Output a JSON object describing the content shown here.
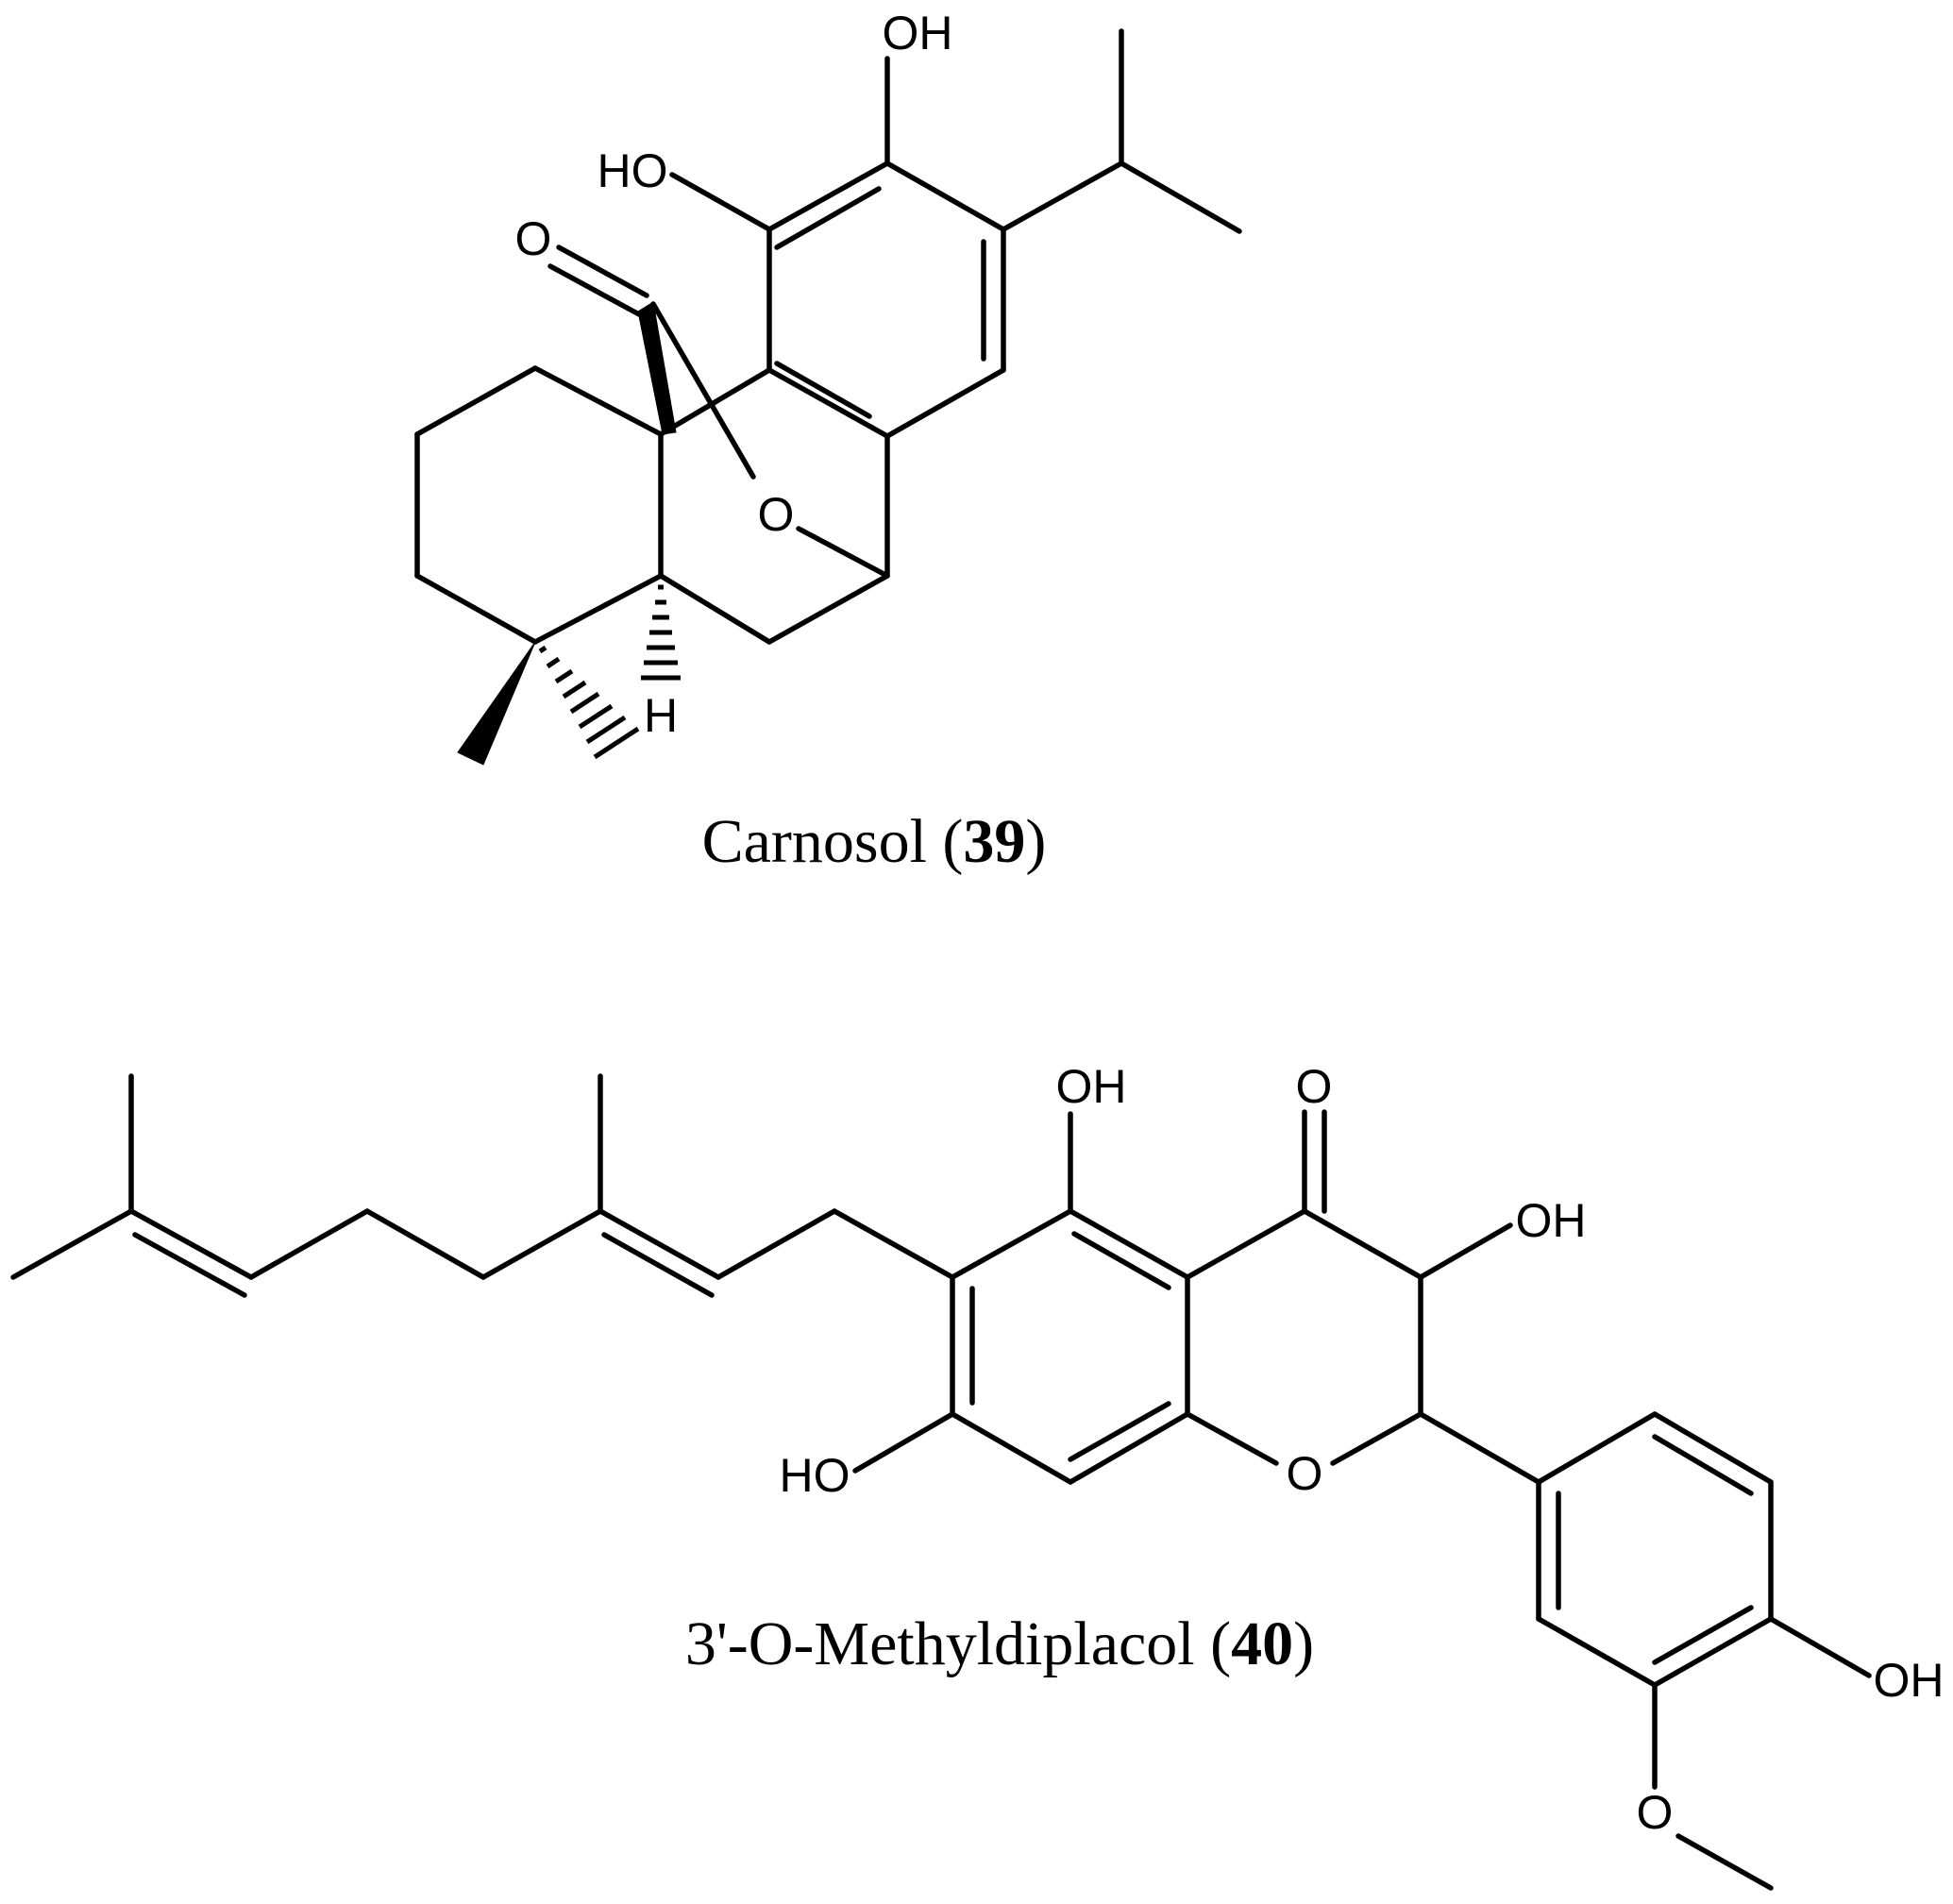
{
  "compounds": [
    {
      "name": "Carnosol",
      "number": "39",
      "atom_labels": {
        "oh_top": "OH",
        "oh_left": "HO",
        "carbonyl_o": "O",
        "ring_o": "O",
        "h": "H"
      }
    },
    {
      "name": "3'-O-Methyldiplacol",
      "number": "40",
      "atom_labels": {
        "oh_5": "OH",
        "carbonyl_o": "O",
        "oh_3": "OH",
        "oh_7": "HO",
        "ring_o": "O",
        "oh_4p": "OH",
        "ome_o": "O"
      }
    }
  ]
}
